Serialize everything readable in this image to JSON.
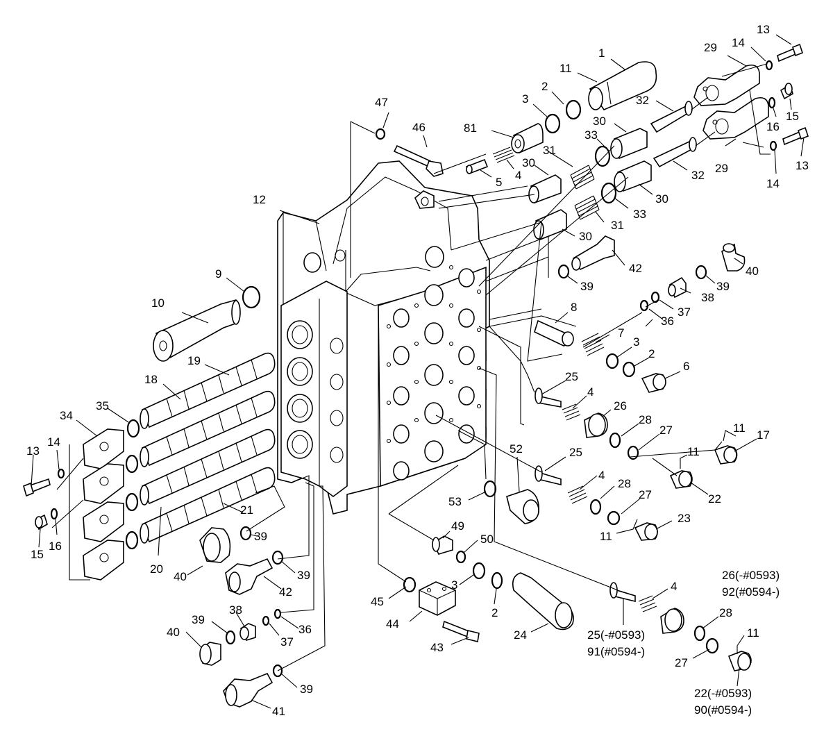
{
  "callouts": [
    {
      "id": "c1",
      "text": "1"
    },
    {
      "id": "c2a",
      "text": "2"
    },
    {
      "id": "c2b",
      "text": "2"
    },
    {
      "id": "c2c",
      "text": "2"
    },
    {
      "id": "c3a",
      "text": "3"
    },
    {
      "id": "c3b",
      "text": "3"
    },
    {
      "id": "c3c",
      "text": "3"
    },
    {
      "id": "c4a",
      "text": "4"
    },
    {
      "id": "c4b",
      "text": "4"
    },
    {
      "id": "c4c",
      "text": "4"
    },
    {
      "id": "c4d",
      "text": "4"
    },
    {
      "id": "c5",
      "text": "5"
    },
    {
      "id": "c6",
      "text": "6"
    },
    {
      "id": "c7",
      "text": "7"
    },
    {
      "id": "c8",
      "text": "8"
    },
    {
      "id": "c9",
      "text": "9"
    },
    {
      "id": "c10",
      "text": "10"
    },
    {
      "id": "c11a",
      "text": "11"
    },
    {
      "id": "c11b",
      "text": "11"
    },
    {
      "id": "c11c",
      "text": "11"
    },
    {
      "id": "c11d",
      "text": "11"
    },
    {
      "id": "c11e",
      "text": "11"
    },
    {
      "id": "c12",
      "text": "12"
    },
    {
      "id": "c13a",
      "text": "13"
    },
    {
      "id": "c13b",
      "text": "13"
    },
    {
      "id": "c13c",
      "text": "13"
    },
    {
      "id": "c14a",
      "text": "14"
    },
    {
      "id": "c14b",
      "text": "14"
    },
    {
      "id": "c14c",
      "text": "14"
    },
    {
      "id": "c15a",
      "text": "15"
    },
    {
      "id": "c15b",
      "text": "15"
    },
    {
      "id": "c16a",
      "text": "16"
    },
    {
      "id": "c16b",
      "text": "16"
    },
    {
      "id": "c17",
      "text": "17"
    },
    {
      "id": "c18",
      "text": "18"
    },
    {
      "id": "c19",
      "text": "19"
    },
    {
      "id": "c20",
      "text": "20"
    },
    {
      "id": "c21",
      "text": "21"
    },
    {
      "id": "c22",
      "text": "22"
    },
    {
      "id": "c22b",
      "text": "22(-#0593)"
    },
    {
      "id": "c90",
      "text": "90(#0594-)"
    },
    {
      "id": "c23",
      "text": "23"
    },
    {
      "id": "c24",
      "text": "24"
    },
    {
      "id": "c25a",
      "text": "25"
    },
    {
      "id": "c25b",
      "text": "25"
    },
    {
      "id": "c25c",
      "text": "25(-#0593)"
    },
    {
      "id": "c91",
      "text": "91(#0594-)"
    },
    {
      "id": "c26",
      "text": "26"
    },
    {
      "id": "c26b",
      "text": "26(-#0593)"
    },
    {
      "id": "c92",
      "text": "92(#0594-)"
    },
    {
      "id": "c27a",
      "text": "27"
    },
    {
      "id": "c27b",
      "text": "27"
    },
    {
      "id": "c27c",
      "text": "27"
    },
    {
      "id": "c28a",
      "text": "28"
    },
    {
      "id": "c28b",
      "text": "28"
    },
    {
      "id": "c28c",
      "text": "28"
    },
    {
      "id": "c29a",
      "text": "29"
    },
    {
      "id": "c29b",
      "text": "29"
    },
    {
      "id": "c30a",
      "text": "30"
    },
    {
      "id": "c30b",
      "text": "30"
    },
    {
      "id": "c30c",
      "text": "30"
    },
    {
      "id": "c30d",
      "text": "30"
    },
    {
      "id": "c31a",
      "text": "31"
    },
    {
      "id": "c31b",
      "text": "31"
    },
    {
      "id": "c32a",
      "text": "32"
    },
    {
      "id": "c32b",
      "text": "32"
    },
    {
      "id": "c33a",
      "text": "33"
    },
    {
      "id": "c33b",
      "text": "33"
    },
    {
      "id": "c34",
      "text": "34"
    },
    {
      "id": "c35",
      "text": "35"
    },
    {
      "id": "c36a",
      "text": "36"
    },
    {
      "id": "c36b",
      "text": "36"
    },
    {
      "id": "c37a",
      "text": "37"
    },
    {
      "id": "c37b",
      "text": "37"
    },
    {
      "id": "c38a",
      "text": "38"
    },
    {
      "id": "c38b",
      "text": "38"
    },
    {
      "id": "c39a",
      "text": "39"
    },
    {
      "id": "c39b",
      "text": "39"
    },
    {
      "id": "c39c",
      "text": "39"
    },
    {
      "id": "c39d",
      "text": "39"
    },
    {
      "id": "c39e",
      "text": "39"
    },
    {
      "id": "c39f",
      "text": "39"
    },
    {
      "id": "c40a",
      "text": "40"
    },
    {
      "id": "c40b",
      "text": "40"
    },
    {
      "id": "c40c",
      "text": "40"
    },
    {
      "id": "c41",
      "text": "41"
    },
    {
      "id": "c42a",
      "text": "42"
    },
    {
      "id": "c42b",
      "text": "42"
    },
    {
      "id": "c43",
      "text": "43"
    },
    {
      "id": "c44",
      "text": "44"
    },
    {
      "id": "c45",
      "text": "45"
    },
    {
      "id": "c46",
      "text": "46"
    },
    {
      "id": "c47",
      "text": "47"
    },
    {
      "id": "c49",
      "text": "49"
    },
    {
      "id": "c50",
      "text": "50"
    },
    {
      "id": "c52",
      "text": "52"
    },
    {
      "id": "c53",
      "text": "53"
    },
    {
      "id": "c81",
      "text": "81"
    }
  ]
}
